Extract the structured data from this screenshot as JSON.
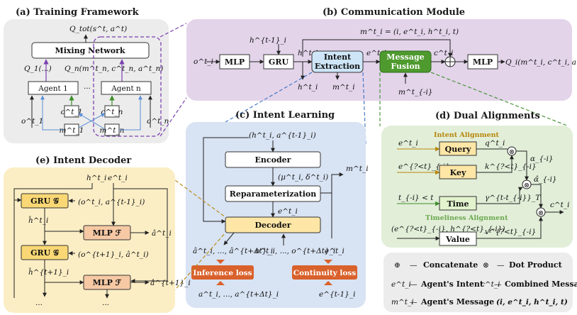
{
  "panels": {
    "a": {
      "title": "(a) Training Framework",
      "q_tot": "Q_tot(s^t, a^t)",
      "mixing": "Mixing Network",
      "q1": "Q_1(...)",
      "qn": "Q_n(m^t_n, c^t_n, a^t_n)",
      "agent1": "Agent 1",
      "agentn": "Agent n",
      "dots": "···",
      "c1": "c^t_1",
      "m1": "m^t_1",
      "cn": "c^t_n",
      "mn": "m^t_n",
      "o1": "o^t_1",
      "on": "o^t_n"
    },
    "b": {
      "title": "(b) Communication Module",
      "o_i": "o^t_i",
      "mlp1": "MLP",
      "h_prev": "h^{t-1}_i",
      "gru": "GRU",
      "h_i": "h^t_i",
      "h_i_out": "h^t_i",
      "intent1": "Intent",
      "intent2": "Extraction",
      "e_i": "e^t_i",
      "m_i_out": "m^t_i",
      "fusion1": "Message",
      "fusion2": "Fusion",
      "c_i": "c^t_i",
      "m_neg": "m^t_{-i}",
      "msg_def": "m^t_i = (i, e^t_i, h^t_i, t)",
      "mlp2": "MLP",
      "q_out": "Q_i(m^t_i, c^t_i, a^t_i)"
    },
    "c": {
      "title": "(c) Intent Learning",
      "input": "(h^t_i, a^{t-1}_i)",
      "encoder": "Encoder",
      "musigma": "(μ^t_i, δ^t_i)",
      "reparam": "Reparameterization",
      "e_i": "e^t_i",
      "m_i": "m^t_i",
      "decoder": "Decoder",
      "pred_a": "â^t_i, ..., â^{t+Δt}_i",
      "obs": "o^t_i, ..., o^{t+Δt}_i",
      "e_i2": "e^t_i",
      "inference": "Inference loss",
      "continuity": "Continuity loss",
      "true_a": "a^t_i, ..., a^{t+Δt}_i",
      "e_prev": "e^{t-1}_i"
    },
    "d": {
      "title": "(d) Dual Alignments",
      "intent_align": "Intent Alignment",
      "time_align": "Timeliness Alignment",
      "e_i": "e^t_i",
      "query": "Query",
      "q_i": "q^t_i",
      "e_neg": "e^{?<t}_{-i}",
      "key": "Key",
      "k_neg": "k^{?<t}_{-i}",
      "alpha": "α_{-i}",
      "alpha_hat": "α̂_{-i}",
      "t_cond": "t_{-i} < t",
      "time": "Time",
      "gamma": "γ^{t-t_{-i}}_T",
      "pair": "(e^{?<t}_{-i}, h^{?<t}_{-i})",
      "value": "Value",
      "v_neg": "v^{?<t}_{-i}",
      "c_out": "c^t_i"
    },
    "e": {
      "title": "(e) Intent Decoder",
      "h_i": "h^t_i",
      "e_i": "e^t_i",
      "gru1": "GRU 𝒢",
      "in1": "(o^t_i, a^{t-1}_i)",
      "hhat1": "ĥ^t_i",
      "mlp1": "MLP ℱ",
      "ahat1": "â^t_i",
      "gru2": "GRU 𝒢",
      "in2": "(o^{t+1}_i, â^t_i)",
      "hhat2": "ĥ^{t+1}_i",
      "mlp2": "MLP ℱ",
      "ahat2": "â^{t+1}_i",
      "dots": "···"
    }
  },
  "legend": {
    "concat_sym": "⊕",
    "concat": "Concatenate",
    "dot_sym": "⊗",
    "dot": "Dot Product",
    "e_sym": "e^t_i",
    "e_desc": "Agent's Intent",
    "c_sym": "c^t_i",
    "c_desc": "Combined Message",
    "m_sym": "m^t_i",
    "m_desc": "Agent's Message",
    "m_tuple": "(i, e^t_i, h^t_i, t)",
    "dash": "—"
  },
  "colors": {
    "panel_a": "#ececec",
    "panel_b": "#e3d4ea",
    "panel_c": "#d8e3f3",
    "panel_d": "#e2eed8",
    "panel_e": "#fbeec5",
    "panel_legend": "#ececec",
    "intent_box": "#cde5f7",
    "fusion_box": "#4e9a2e",
    "decoder_box": "#fde6a6",
    "loss_box": "#d9612b",
    "gru_e_box": "#f9d774",
    "mlp_e_box": "#f6c9a4",
    "query_key_box": "#fde6a6",
    "time_box": "#e2f3cd",
    "purple": "#7a3fb0",
    "green": "#3e8e2c",
    "blue": "#5b8fd6",
    "gold": "#b8860b"
  }
}
